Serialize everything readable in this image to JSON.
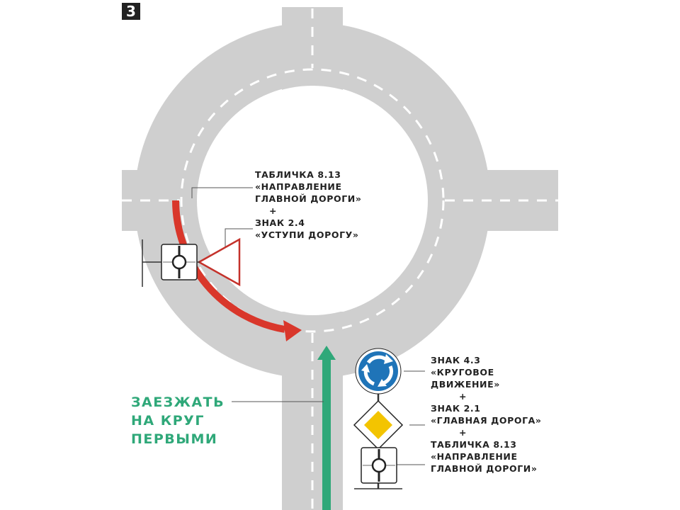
{
  "badge": "3",
  "labels": {
    "left_sign": {
      "l1": "ТАБЛИЧКА 8.13",
      "l2": "«НАПРАВЛЕНИЕ",
      "l3": "ГЛАВНОЙ ДОРОГИ»",
      "plus": "+",
      "l4": "ЗНАК 2.4",
      "l5": "«УСТУПИ ДОРОГУ»"
    },
    "right_signs": {
      "a1": "ЗНАК 4.3",
      "a2": "«КРУГОВОЕ",
      "a3": "ДВИЖЕНИЕ»",
      "plus1": "+",
      "b1": "ЗНАК 2.1",
      "b2": "«ГЛАВНАЯ ДОРОГА»",
      "plus2": "+",
      "c1": "ТАБЛИЧКА 8.13",
      "c2": "«НАПРАВЛЕНИЕ",
      "c3": "ГЛАВНОЙ ДОРОГИ»"
    }
  },
  "instruction": {
    "l1": "ЗАЕЗЖАТЬ",
    "l2": "НА КРУГ",
    "l3": "ПЕРВЫМИ"
  },
  "colors": {
    "road": "#cfcfcf",
    "marking": "#ffffff",
    "red_arrow": "#d9372b",
    "green_arrow": "#2fa879",
    "sign_blue": "#1f74b8",
    "sign_yellow": "#f3c400",
    "sign_red": "#c4322b",
    "leader": "#555555"
  },
  "icons": [
    "roundabout-arrows-icon",
    "priority-road-diamond-icon",
    "yield-triangle-icon",
    "main-road-direction-plate-icon"
  ]
}
